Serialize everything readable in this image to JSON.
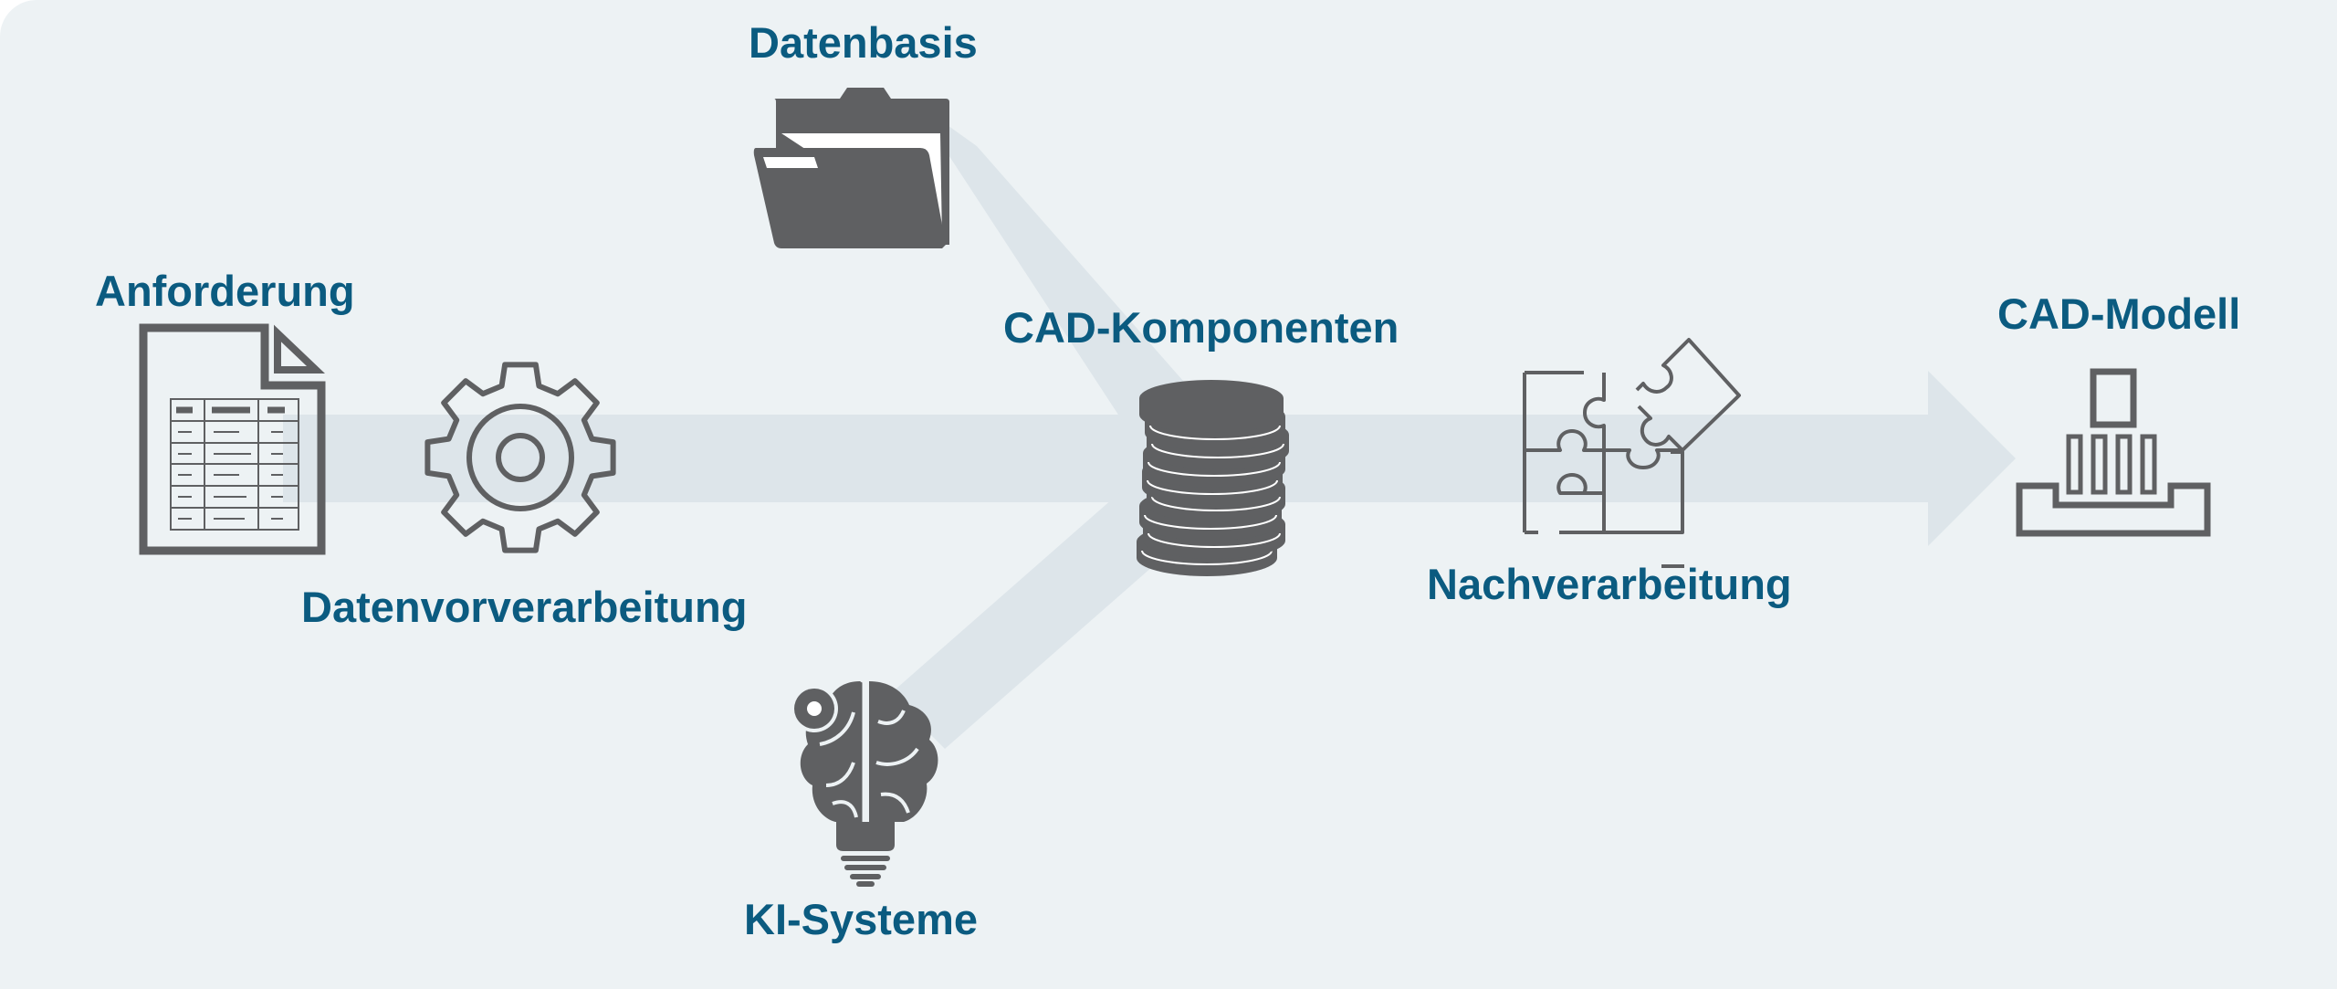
{
  "colors": {
    "background": "#edf2f4",
    "flow": "#dde5ea",
    "icon": "#5f6062",
    "label": "#0b5b80"
  },
  "labels": {
    "datenbasis": "Datenbasis",
    "anforderung": "Anforderung",
    "cad_komponenten": "CAD-Komponenten",
    "cad_modell": "CAD-Modell",
    "datenvorverarbeitung": "Datenvorverarbeitung",
    "nachverarbeitung": "Nachverarbeitung",
    "ki_systeme": "KI-Systeme"
  },
  "icons": {
    "datenbasis": "folder-icon",
    "anforderung": "spreadsheet-document-icon",
    "datenvorverarbeitung": "gear-icon",
    "cad_komponenten": "coin-stack-icon",
    "ki_systeme": "brain-lightbulb-icon",
    "nachverarbeitung": "puzzle-icon",
    "cad_modell": "assembly-model-icon"
  }
}
